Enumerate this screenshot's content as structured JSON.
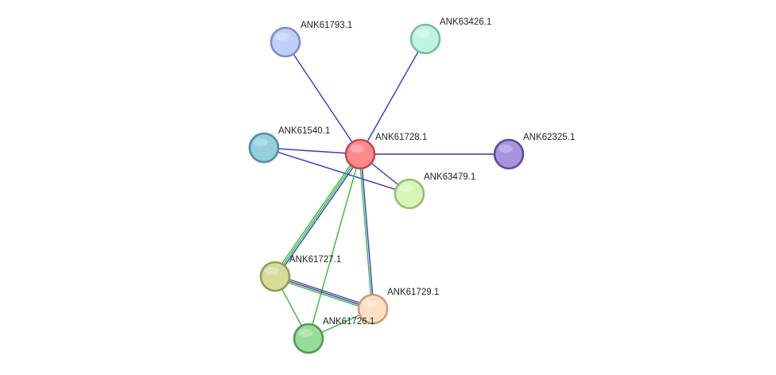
{
  "nodes": [
    {
      "id": "ANK61728.1",
      "label": "ANK61728.1",
      "fill": "#ff8a8a",
      "stroke": "#c04a4a",
      "highlight": true
    },
    {
      "id": "ANK61793.1",
      "label": "ANK61793.1",
      "fill": "#c0cff9",
      "stroke": "#7a8fc4"
    },
    {
      "id": "ANK63426.1",
      "label": "ANK63426.1",
      "fill": "#bff5df",
      "stroke": "#72c09f"
    },
    {
      "id": "ANK61540.1",
      "label": "ANK61540.1",
      "fill": "#93cfdc",
      "stroke": "#4d8ea0"
    },
    {
      "id": "ANK62325.1",
      "label": "ANK62325.1",
      "fill": "#a794e0",
      "stroke": "#5e4b9b"
    },
    {
      "id": "ANK63479.1",
      "label": "ANK63479.1",
      "fill": "#d6f5b6",
      "stroke": "#95be75"
    },
    {
      "id": "ANK61727.1",
      "label": "ANK61727.1",
      "fill": "#d7dc9a",
      "stroke": "#979c53"
    },
    {
      "id": "ANK61729.1",
      "label": "ANK61729.1",
      "fill": "#fde0c2",
      "stroke": "#c4a07c"
    },
    {
      "id": "ANK61726.1",
      "label": "ANK61726.1",
      "fill": "#97dd98",
      "stroke": "#4f9b52"
    }
  ],
  "edges": [
    {
      "source": "ANK61728.1",
      "target": "ANK61793.1",
      "colors": [
        "#3333dd"
      ]
    },
    {
      "source": "ANK61728.1",
      "target": "ANK63426.1",
      "colors": [
        "#3333dd"
      ]
    },
    {
      "source": "ANK61728.1",
      "target": "ANK61540.1",
      "colors": [
        "#3333dd"
      ]
    },
    {
      "source": "ANK61728.1",
      "target": "ANK62325.1",
      "colors": [
        "#3333dd"
      ]
    },
    {
      "source": "ANK61728.1",
      "target": "ANK63479.1",
      "colors": [
        "#3333dd"
      ]
    },
    {
      "source": "ANK61540.1",
      "target": "ANK63479.1",
      "colors": [
        "#3333dd"
      ]
    },
    {
      "source": "ANK61728.1",
      "target": "ANK61727.1",
      "colors": [
        "#3333dd",
        "#33bb33",
        "#33bb33"
      ]
    },
    {
      "source": "ANK61728.1",
      "target": "ANK61729.1",
      "colors": [
        "#3333dd",
        "#33bb33"
      ]
    },
    {
      "source": "ANK61728.1",
      "target": "ANK61726.1",
      "colors": [
        "#33bb33"
      ]
    },
    {
      "source": "ANK61727.1",
      "target": "ANK61729.1",
      "colors": [
        "#555555",
        "#3333dd",
        "#33bb33"
      ]
    },
    {
      "source": "ANK61727.1",
      "target": "ANK61726.1",
      "colors": [
        "#33bb33"
      ]
    },
    {
      "source": "ANK61729.1",
      "target": "ANK61726.1",
      "colors": [
        "#33bb33"
      ]
    }
  ]
}
